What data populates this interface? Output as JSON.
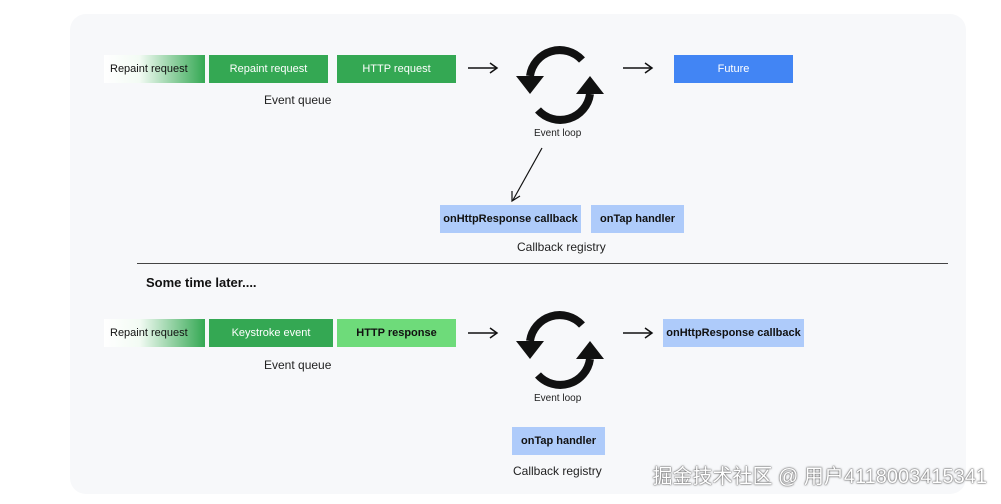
{
  "top_section": {
    "queue_items": [
      "Repaint request",
      "Repaint request",
      "HTTP request"
    ],
    "queue_label": "Event queue",
    "loop_label": "Event loop",
    "output": "Future",
    "registry_items": [
      "onHttpResponse callback",
      "onTap handler"
    ],
    "registry_label": "Callback registry"
  },
  "divider_heading": "Some time later....",
  "bottom_section": {
    "queue_items": [
      "Repaint request",
      "Keystroke event",
      "HTTP response"
    ],
    "queue_label": "Event queue",
    "loop_label": "Event loop",
    "output": "onHttpResponse callback",
    "registry_items": [
      "onTap handler"
    ],
    "registry_label": "Callback registry"
  },
  "watermark": "掘金技术社区 @ 用户4118003415341",
  "colors": {
    "queue_green": "#34a853",
    "queue_highlight": "#6edb7a",
    "future_blue": "#4285f4",
    "callback_blue": "#aecbfa"
  },
  "icons": [
    "arrow-right-icon",
    "event-loop-cycle-icon",
    "arrow-down-left-icon"
  ]
}
